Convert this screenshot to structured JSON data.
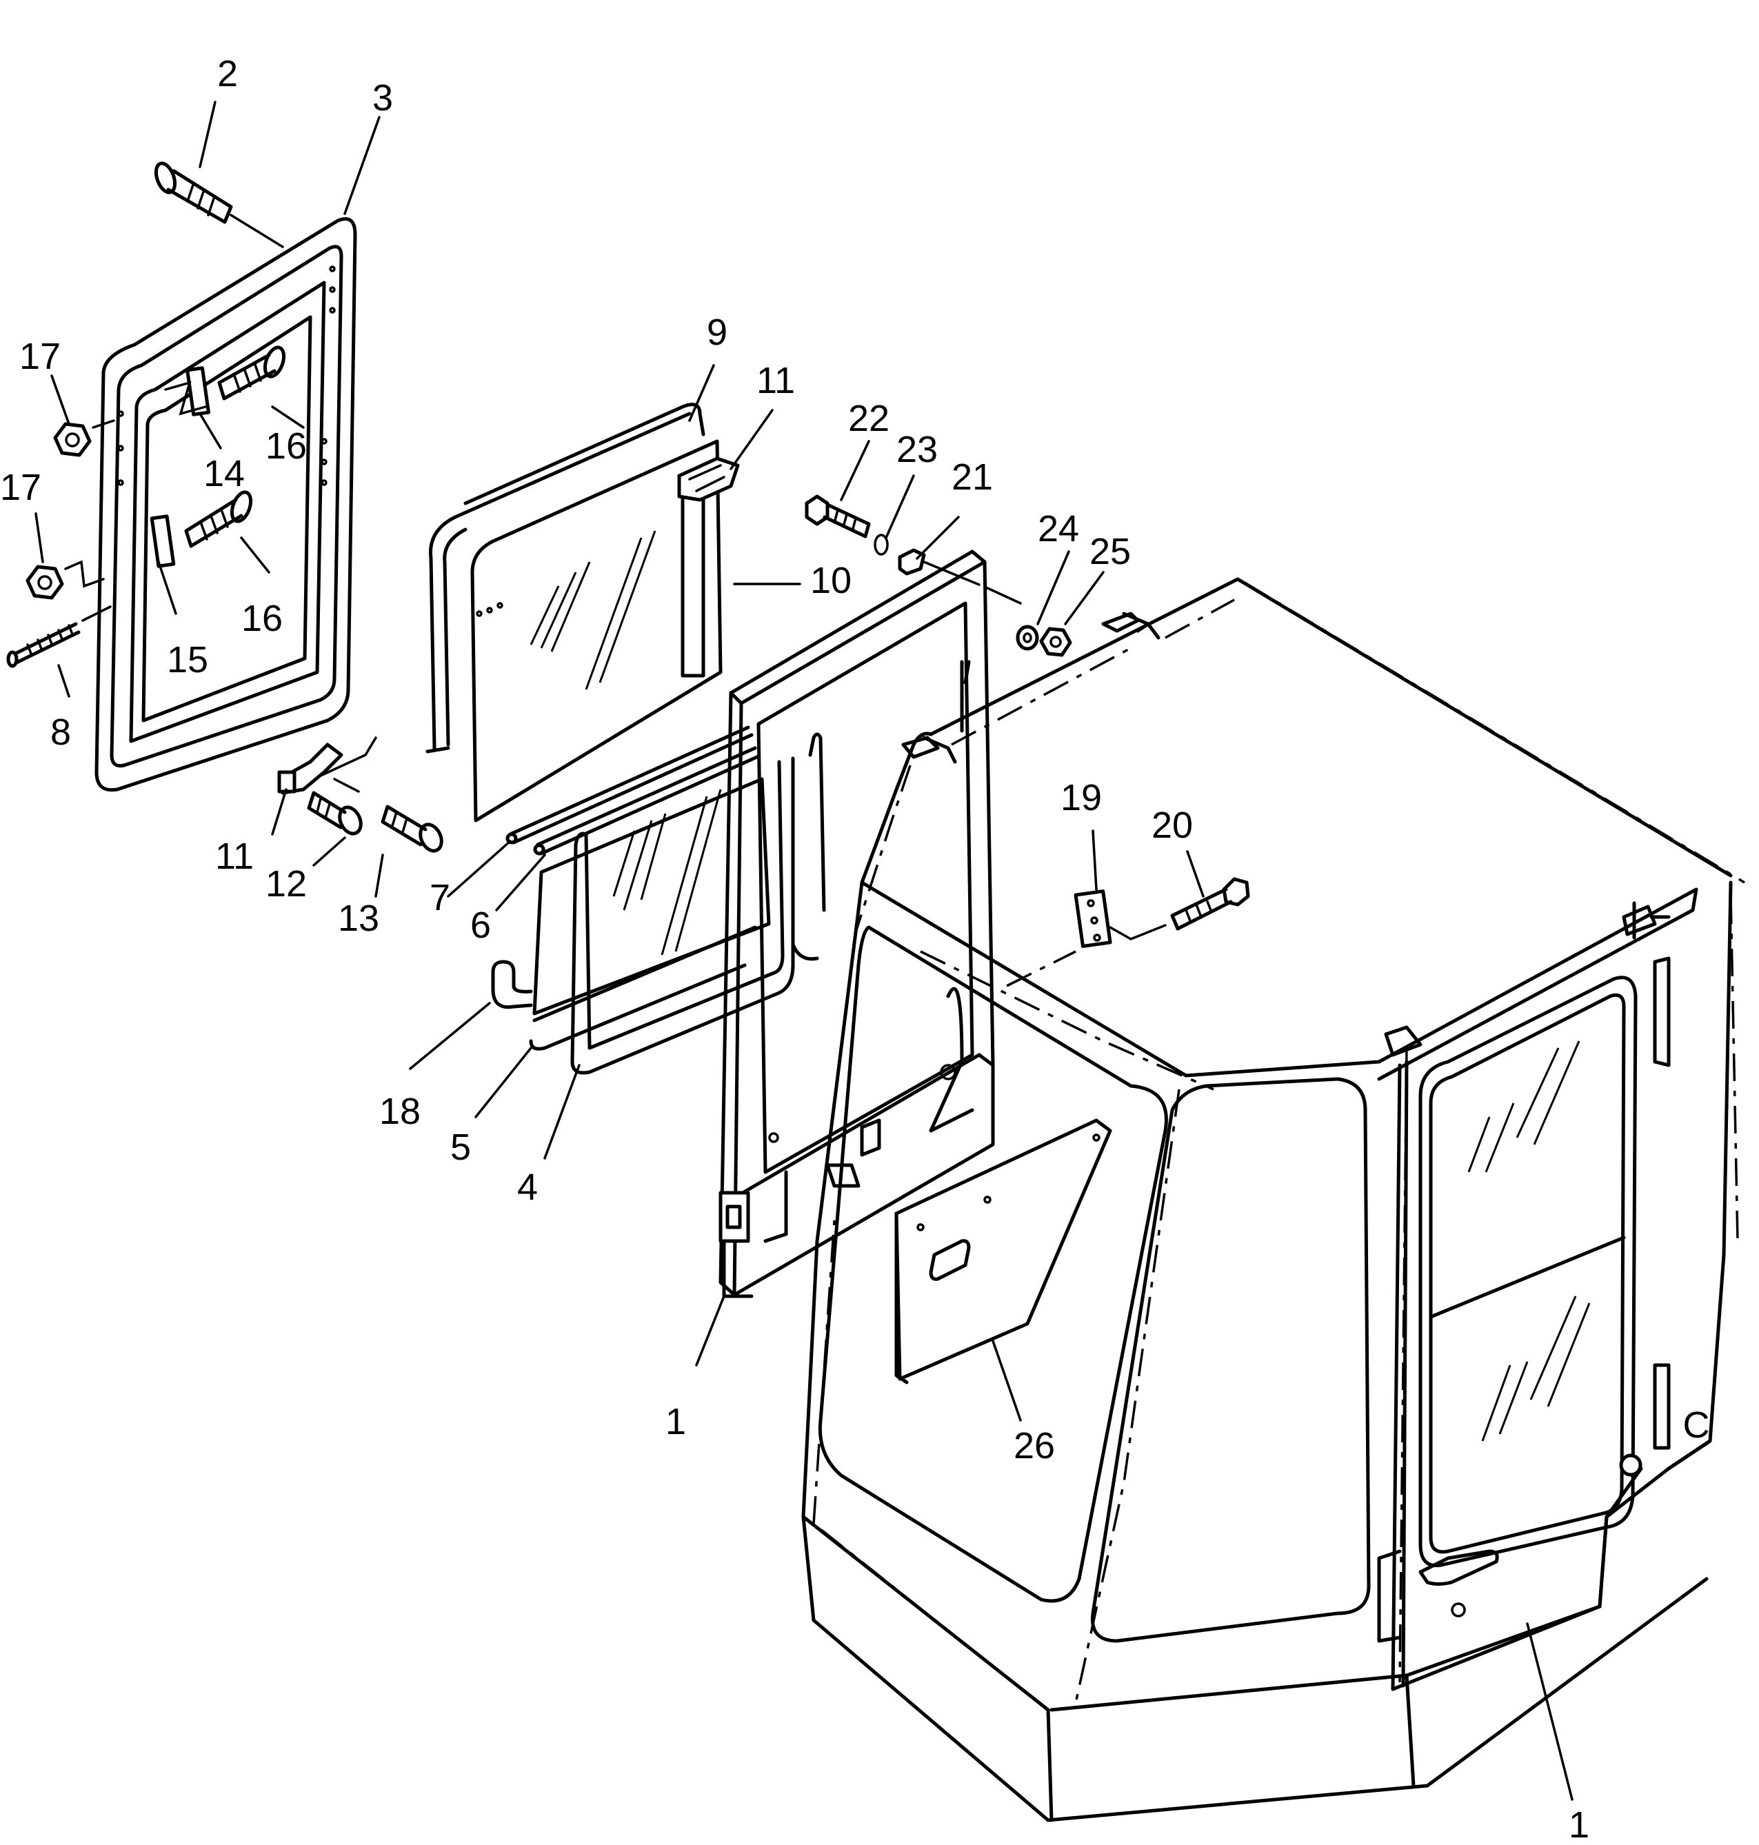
{
  "figure": {
    "background": "#ffffff",
    "line_color": "#000000"
  },
  "labels": [
    {
      "id": "l2",
      "text": "2"
    },
    {
      "id": "l3",
      "text": "3"
    },
    {
      "id": "l17a",
      "text": "17"
    },
    {
      "id": "l17b",
      "text": "17"
    },
    {
      "id": "l16a",
      "text": "16"
    },
    {
      "id": "l16b",
      "text": "16"
    },
    {
      "id": "l14",
      "text": "14"
    },
    {
      "id": "l15",
      "text": "15"
    },
    {
      "id": "l8",
      "text": "8"
    },
    {
      "id": "l9",
      "text": "9"
    },
    {
      "id": "l11a",
      "text": "11"
    },
    {
      "id": "l10",
      "text": "10"
    },
    {
      "id": "l22",
      "text": "22"
    },
    {
      "id": "l23",
      "text": "23"
    },
    {
      "id": "l21",
      "text": "21"
    },
    {
      "id": "l24",
      "text": "24"
    },
    {
      "id": "l25",
      "text": "25"
    },
    {
      "id": "l11b",
      "text": "11"
    },
    {
      "id": "l12",
      "text": "12"
    },
    {
      "id": "l13",
      "text": "13"
    },
    {
      "id": "l7",
      "text": "7"
    },
    {
      "id": "l6",
      "text": "6"
    },
    {
      "id": "l19",
      "text": "19"
    },
    {
      "id": "l20",
      "text": "20"
    },
    {
      "id": "l18",
      "text": "18"
    },
    {
      "id": "l5",
      "text": "5"
    },
    {
      "id": "l4",
      "text": "4"
    },
    {
      "id": "l1a",
      "text": "1"
    },
    {
      "id": "l26",
      "text": "26"
    },
    {
      "id": "l1b",
      "text": "1"
    },
    {
      "id": "lC",
      "text": "C"
    }
  ]
}
